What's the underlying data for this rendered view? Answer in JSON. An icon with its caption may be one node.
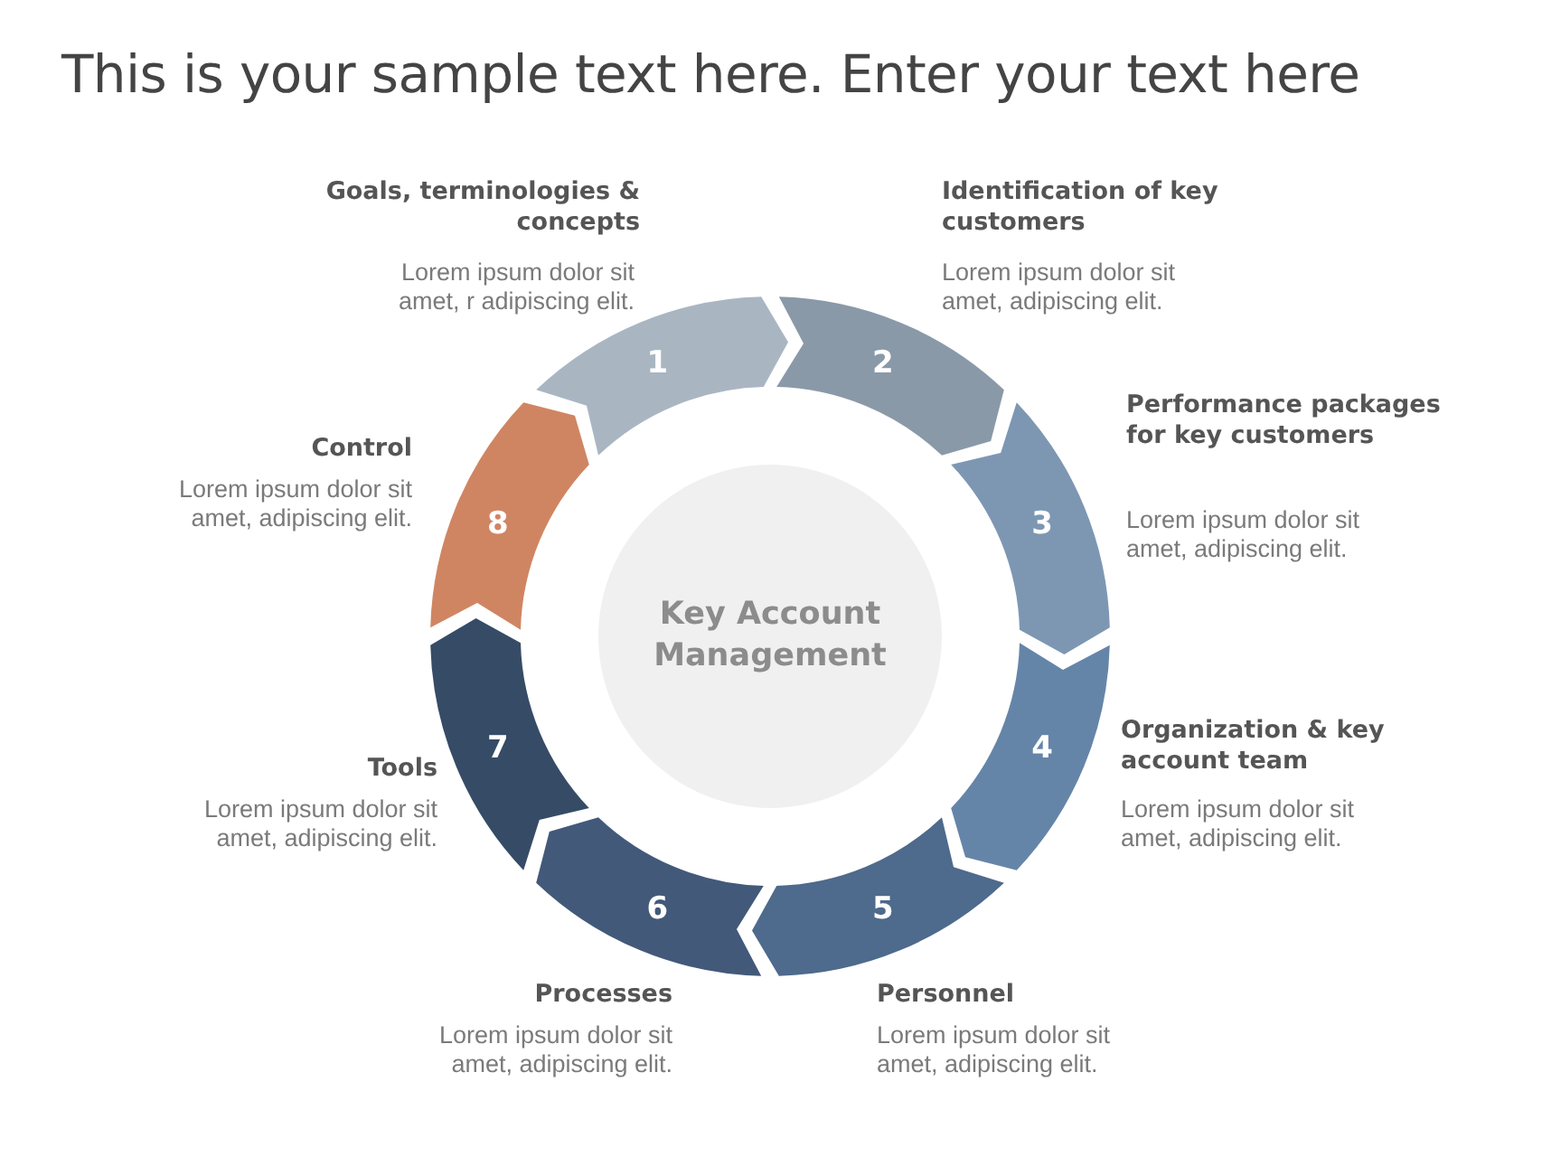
{
  "diagram": {
    "title": "This is your sample text here. Enter your text here",
    "nodes": [
      {
        "text": [
          "Key Account Management"
        ]
      },
      {
        "text": [
          "1"
        ],
        "beside": [
          "Goals, terminologies & concepts",
          "Lorem ipsum dolor sit amet, r adipiscing elit."
        ]
      },
      {
        "text": [
          "2"
        ],
        "beside": [
          "Identification of key customers",
          "Lorem ipsum dolor sit amet, adipiscing elit."
        ]
      },
      {
        "text": [
          "3"
        ],
        "beside": [
          "Performance packages for key customers",
          "Lorem ipsum dolor sit amet, adipiscing elit."
        ]
      },
      {
        "text": [
          "4"
        ],
        "beside": [
          "Organization & key account team",
          "Lorem ipsum dolor sit amet, adipiscing elit."
        ]
      },
      {
        "text": [
          "5"
        ],
        "beside": [
          "Personnel",
          "Lorem ipsum dolor sit amet, adipiscing elit."
        ]
      },
      {
        "text": [
          "6"
        ],
        "beside": [
          "Processes",
          "Lorem ipsum dolor sit amet, adipiscing elit."
        ]
      },
      {
        "text": [
          "7"
        ],
        "beside": [
          "Tools",
          "Lorem ipsum dolor sit amet, adipiscing elit."
        ]
      },
      {
        "text": [
          "8"
        ],
        "beside": [
          "Control",
          "Lorem ipsum dolor sit amet, adipiscing elit."
        ]
      }
    ],
    "edges": []
  }
}
